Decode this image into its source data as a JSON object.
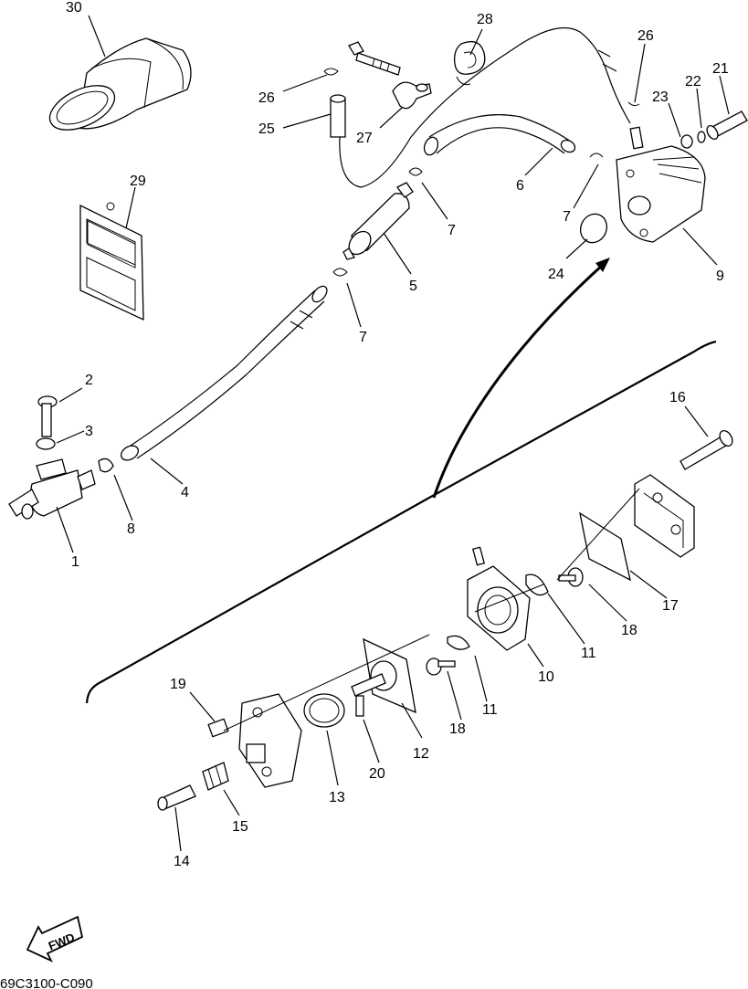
{
  "diagram": {
    "code": "69C3100-C090",
    "fwd_label": "FWD",
    "callouts": [
      {
        "id": "c30",
        "text": "30"
      },
      {
        "id": "c28",
        "text": "28"
      },
      {
        "id": "c26a",
        "text": "26"
      },
      {
        "id": "c26b",
        "text": "26"
      },
      {
        "id": "c25",
        "text": "25"
      },
      {
        "id": "c27",
        "text": "27"
      },
      {
        "id": "c29",
        "text": "29"
      },
      {
        "id": "c6",
        "text": "6"
      },
      {
        "id": "c7a",
        "text": "7"
      },
      {
        "id": "c7b",
        "text": "7"
      },
      {
        "id": "c7c",
        "text": "7"
      },
      {
        "id": "c5",
        "text": "5"
      },
      {
        "id": "c23",
        "text": "23"
      },
      {
        "id": "c22",
        "text": "22"
      },
      {
        "id": "c21",
        "text": "21"
      },
      {
        "id": "c24",
        "text": "24"
      },
      {
        "id": "c9",
        "text": "9"
      },
      {
        "id": "c2",
        "text": "2"
      },
      {
        "id": "c3",
        "text": "3"
      },
      {
        "id": "c4",
        "text": "4"
      },
      {
        "id": "c8",
        "text": "8"
      },
      {
        "id": "c1",
        "text": "1"
      },
      {
        "id": "c16",
        "text": "16"
      },
      {
        "id": "c17",
        "text": "17"
      },
      {
        "id": "c18a",
        "text": "18"
      },
      {
        "id": "c18b",
        "text": "18"
      },
      {
        "id": "c11a",
        "text": "11"
      },
      {
        "id": "c11b",
        "text": "11"
      },
      {
        "id": "c10",
        "text": "10"
      },
      {
        "id": "c12",
        "text": "12"
      },
      {
        "id": "c13",
        "text": "13"
      },
      {
        "id": "c19",
        "text": "19"
      },
      {
        "id": "c20",
        "text": "20"
      },
      {
        "id": "c15",
        "text": "15"
      },
      {
        "id": "c14",
        "text": "14"
      }
    ]
  }
}
